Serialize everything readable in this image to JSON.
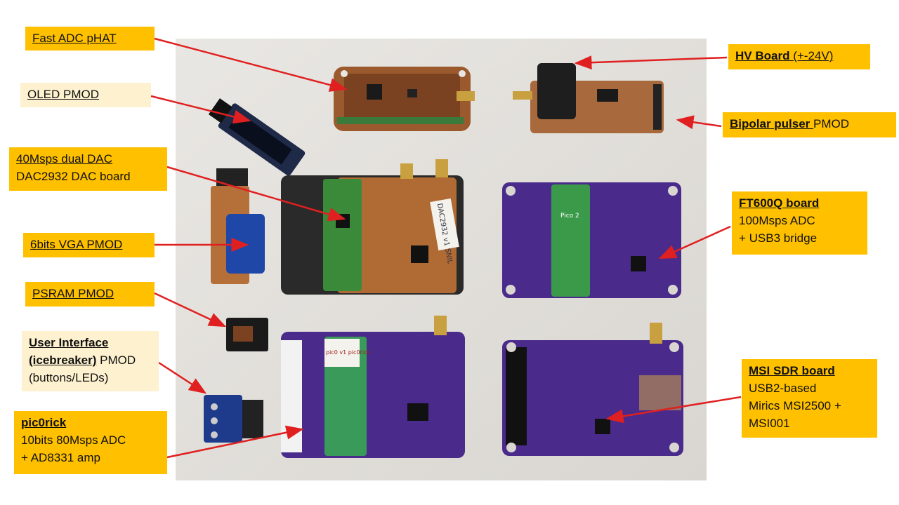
{
  "labels": {
    "fast_adc": {
      "title": "Fast ADC pHAT"
    },
    "oled": {
      "title": "OLED PMOD"
    },
    "dual_dac": {
      "line1": "40Msps dual DAC",
      "line2": "DAC2932 DAC board"
    },
    "vga": {
      "title": "6bits VGA PMOD"
    },
    "psram": {
      "title": "PSRAM PMOD"
    },
    "ui": {
      "line1": "User Interface",
      "line2_bold": "(icebreaker)",
      "line2_rest": " PMOD",
      "line3": "(buttons/LEDs)"
    },
    "picorick": {
      "title": "pic0rick",
      "line2": "10bits 80Msps ADC",
      "line3": "+ AD8331 amp"
    },
    "hv": {
      "title": "HV Board",
      "rest": " (+-24V)"
    },
    "bipolar": {
      "title": "Bipolar pulser ",
      "rest": "PMOD"
    },
    "ft600q": {
      "title": "FT600Q board",
      "line2": "100Msps ADC",
      "line3": "+ USB3 bridge"
    },
    "msi": {
      "title": "MSI SDR board",
      "line2": "USB2-based",
      "line3": "Mirics MSI2500 +",
      "line4": "MSI001"
    }
  },
  "board_marks": {
    "dac_note": "DAC2932 v1 SNIL",
    "picorick_note": "pic0 v1 pic0rick",
    "pico_text": "Pico 2"
  },
  "colors": {
    "label_yellow": "#ffc000",
    "label_cream": "#fdf1cf",
    "arrow_red": "#e02020",
    "pcb_purple": "#4a2a8a",
    "pcb_copper": "#b5703a"
  }
}
